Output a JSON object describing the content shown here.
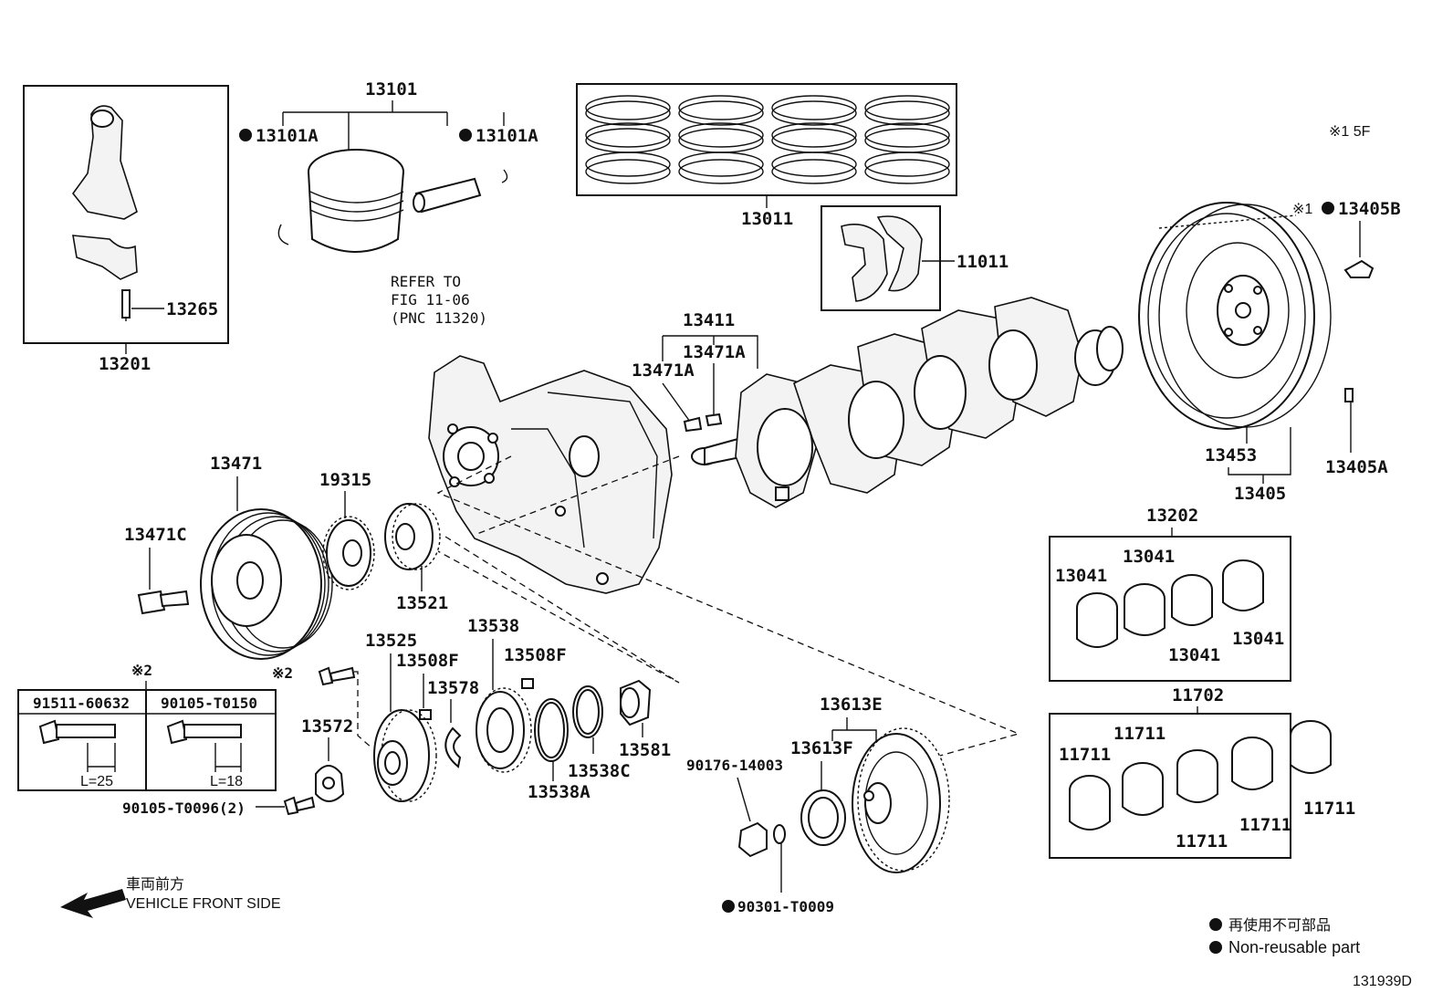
{
  "labels": {
    "p13101": "13101",
    "p13101a_left": "13101A",
    "p13101a_right": "13101A",
    "p13011": "13011",
    "p11011": "11011",
    "p13201": "13201",
    "p13265": "13265",
    "refer_line1": "REFER TO",
    "refer_line2": "FIG 11-06",
    "refer_line3": "(PNC 11320)",
    "p13411": "13411",
    "p13471a_left": "13471A",
    "p13471a_right": "13471A",
    "note_15f": "※1 5F",
    "p13405b_mark": "※1",
    "p13405b": "13405B",
    "p13453": "13453",
    "p13405": "13405",
    "p13405a": "13405A",
    "p13471": "13471",
    "p13471c": "13471C",
    "p19315": "19315",
    "p13521": "13521",
    "p13202": "13202",
    "p13041_a": "13041",
    "p13041_b": "13041",
    "p13041_c": "13041",
    "p13041_d": "13041",
    "p13525": "13525",
    "p13538": "13538",
    "p13508f_a": "13508F",
    "p13508f_b": "13508F",
    "p13578": "13578",
    "p13572": "13572",
    "p13538a": "13538A",
    "p13538c": "13538C",
    "p13581": "13581",
    "bolt_mark": "※2",
    "table_mark": "※2",
    "p13613e": "13613E",
    "p13613f": "13613F",
    "p90176": "90176-14003",
    "p90301": "90301-T0009",
    "p90105_t0096": "90105-T0096(2)",
    "p11702": "11702",
    "p11711_a": "11711",
    "p11711_b": "11711",
    "p11711_c": "11711",
    "p11711_d": "11711",
    "p11711_e": "11711"
  },
  "bolt_table": {
    "col1_part": "91511-60632",
    "col1_length": "L=25",
    "col2_part": "90105-T0150",
    "col2_length": "L=18"
  },
  "legend": {
    "front_jp": "車両前方",
    "front_en": "VEHICLE FRONT SIDE",
    "nonreusable_jp": "再使用不可部品",
    "nonreusable_en": "Non-reusable part"
  },
  "diagram_id": "131939D"
}
